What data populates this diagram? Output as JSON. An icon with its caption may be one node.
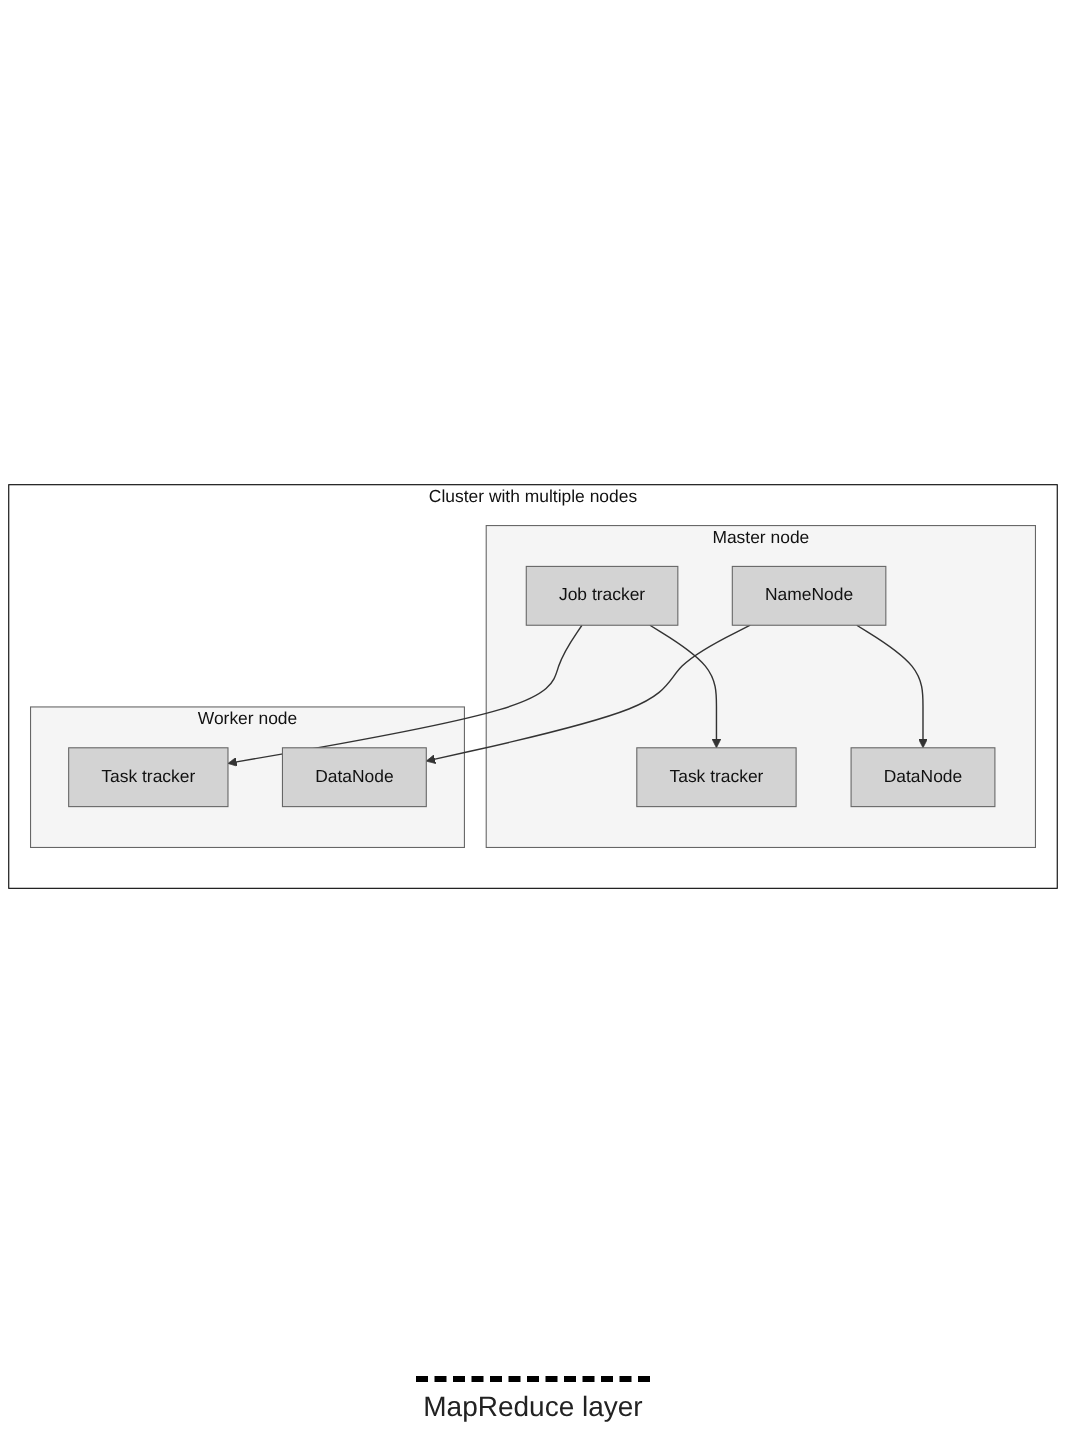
{
  "diagram": {
    "nodes": [
      {
        "text": [
          "Cluster with multiple nodes"
        ]
      },
      {
        "text": [
          "Master node"
        ],
        "in": 0
      },
      {
        "text": [
          "Task tracker"
        ],
        "in": 1
      },
      {
        "text": [
          "Job tracker"
        ],
        "in": 1
      },
      {
        "text": [
          "NameNode"
        ],
        "in": 1
      },
      {
        "text": [
          "DataNode"
        ],
        "in": 1
      },
      {
        "text": [
          "Worker node"
        ],
        "in": 0
      },
      {
        "text": [
          "Task tracker"
        ],
        "in": 6
      },
      {
        "text": [
          "DataNode"
        ],
        "in": 6
      }
    ],
    "edges": [
      {
        "from": 3,
        "to": 2,
        "arrow": "to"
      },
      {
        "from": 3,
        "to": 7,
        "arrow": "to"
      },
      {
        "from": 4,
        "to": 5,
        "arrow": "to"
      },
      {
        "from": 4,
        "to": 8,
        "arrow": "to"
      }
    ],
    "labels": [
      "MapReduce layer"
    ]
  }
}
